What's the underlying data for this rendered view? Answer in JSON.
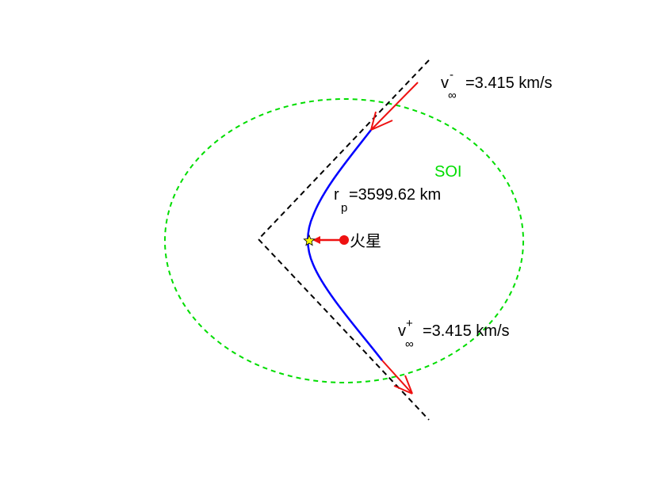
{
  "labels": {
    "soi": "SOI",
    "planet": "火星",
    "rp_base": "r",
    "rp_sub": "p",
    "rp_value": "=3599.62 km",
    "vin_base": "v",
    "vin_sup": "-",
    "vin_sub": "∞",
    "vin_value": "=3.415 km/s",
    "vout_base": "v",
    "vout_sup": "+",
    "vout_sub": "∞",
    "vout_value": "=3.415 km/s"
  },
  "colors": {
    "soi": "#00dd00",
    "trajectory": "#0000ff",
    "vector": "#ee1111",
    "asymptote": "#000000",
    "planet": "#ee1111",
    "periapsis_marker": "#ffff00"
  },
  "icons": {
    "planet": "filled-circle",
    "periapsis": "star"
  }
}
